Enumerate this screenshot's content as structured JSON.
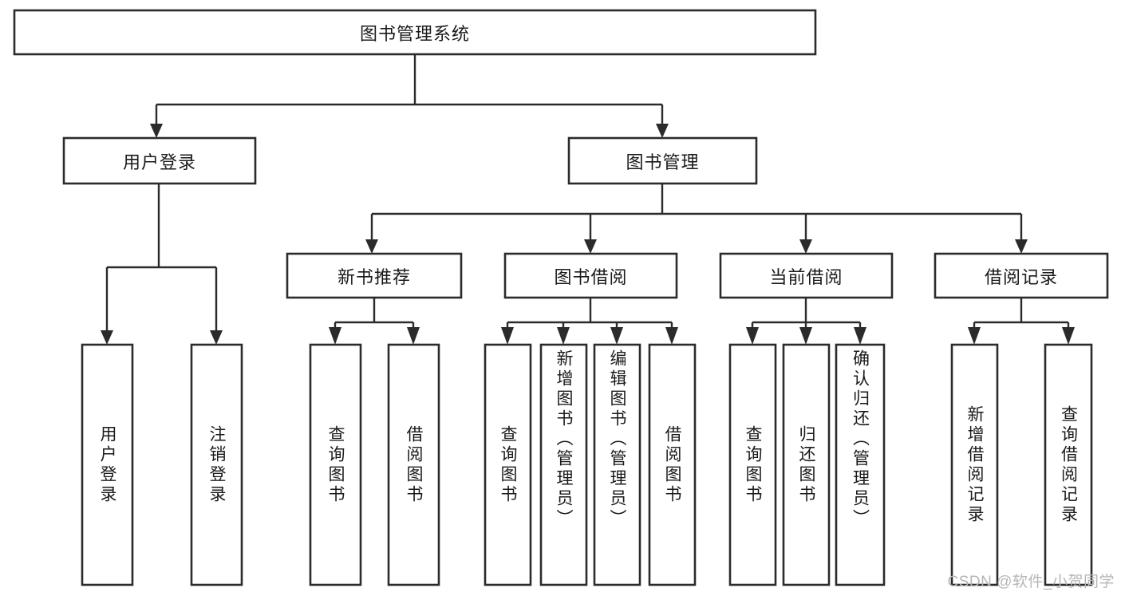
{
  "diagram": {
    "type": "tree-hierarchy",
    "title": "图书管理系统",
    "orientation": "top-down",
    "background_color": "#ffffff",
    "stroke_color": "#2b2b2b",
    "text_color": "#1a1a1a",
    "nodes": {
      "root": {
        "label": "图书管理系统",
        "level": 1,
        "text_direction": "horizontal"
      },
      "l2_user_login": {
        "label": "用户登录",
        "level": 2,
        "text_direction": "horizontal"
      },
      "l2_book_mgmt": {
        "label": "图书管理",
        "level": 2,
        "text_direction": "horizontal"
      },
      "l3_new_book_rec": {
        "label": "新书推荐",
        "level": 3,
        "text_direction": "horizontal"
      },
      "l3_book_borrow": {
        "label": "图书借阅",
        "level": 3,
        "text_direction": "horizontal"
      },
      "l3_current_borrow": {
        "label": "当前借阅",
        "level": 3,
        "text_direction": "horizontal"
      },
      "l3_borrow_record": {
        "label": "借阅记录",
        "level": 3,
        "text_direction": "horizontal"
      },
      "leaf_user_login": {
        "label": "用户登录",
        "level": 4,
        "text_direction": "vertical"
      },
      "leaf_logout": {
        "label": "注销登录",
        "level": 4,
        "text_direction": "vertical"
      },
      "leaf_query_book_a": {
        "label": "查询图书",
        "level": 4,
        "text_direction": "vertical"
      },
      "leaf_borrow_book_a": {
        "label": "借阅图书",
        "level": 4,
        "text_direction": "vertical"
      },
      "leaf_query_book_b": {
        "label": "查询图书",
        "level": 4,
        "text_direction": "vertical"
      },
      "leaf_add_book": {
        "label": "新增图书（管理员）",
        "level": 4,
        "text_direction": "vertical"
      },
      "leaf_edit_book": {
        "label": "编辑图书（管理员）",
        "level": 4,
        "text_direction": "vertical"
      },
      "leaf_borrow_book_b": {
        "label": "借阅图书",
        "level": 4,
        "text_direction": "vertical"
      },
      "leaf_query_book_c": {
        "label": "查询图书",
        "level": 4,
        "text_direction": "vertical"
      },
      "leaf_return_book": {
        "label": "归还图书",
        "level": 4,
        "text_direction": "vertical"
      },
      "leaf_confirm_return": {
        "label": "确认归还（管理员）",
        "level": 4,
        "text_direction": "vertical"
      },
      "leaf_add_record": {
        "label": "新增借阅记录",
        "level": 4,
        "text_direction": "vertical"
      },
      "leaf_query_record": {
        "label": "查询借阅记录",
        "level": 4,
        "text_direction": "vertical"
      }
    },
    "edges": [
      {
        "from": "root",
        "to": "l2_user_login"
      },
      {
        "from": "root",
        "to": "l2_book_mgmt"
      },
      {
        "from": "l2_book_mgmt",
        "to": "l3_new_book_rec"
      },
      {
        "from": "l2_book_mgmt",
        "to": "l3_book_borrow"
      },
      {
        "from": "l2_book_mgmt",
        "to": "l3_current_borrow"
      },
      {
        "from": "l2_book_mgmt",
        "to": "l3_borrow_record"
      },
      {
        "from": "l2_user_login",
        "to": "leaf_user_login"
      },
      {
        "from": "l2_user_login",
        "to": "leaf_logout"
      },
      {
        "from": "l3_new_book_rec",
        "to": "leaf_query_book_a"
      },
      {
        "from": "l3_new_book_rec",
        "to": "leaf_borrow_book_a"
      },
      {
        "from": "l3_book_borrow",
        "to": "leaf_query_book_b"
      },
      {
        "from": "l3_book_borrow",
        "to": "leaf_add_book"
      },
      {
        "from": "l3_book_borrow",
        "to": "leaf_edit_book"
      },
      {
        "from": "l3_book_borrow",
        "to": "leaf_borrow_book_b"
      },
      {
        "from": "l3_current_borrow",
        "to": "leaf_query_book_c"
      },
      {
        "from": "l3_current_borrow",
        "to": "leaf_return_book"
      },
      {
        "from": "l3_current_borrow",
        "to": "leaf_confirm_return"
      },
      {
        "from": "l3_borrow_record",
        "to": "leaf_add_record"
      },
      {
        "from": "l3_borrow_record",
        "to": "leaf_query_record"
      }
    ]
  },
  "watermark": {
    "text": "CSDN @软件_小贺同学"
  }
}
